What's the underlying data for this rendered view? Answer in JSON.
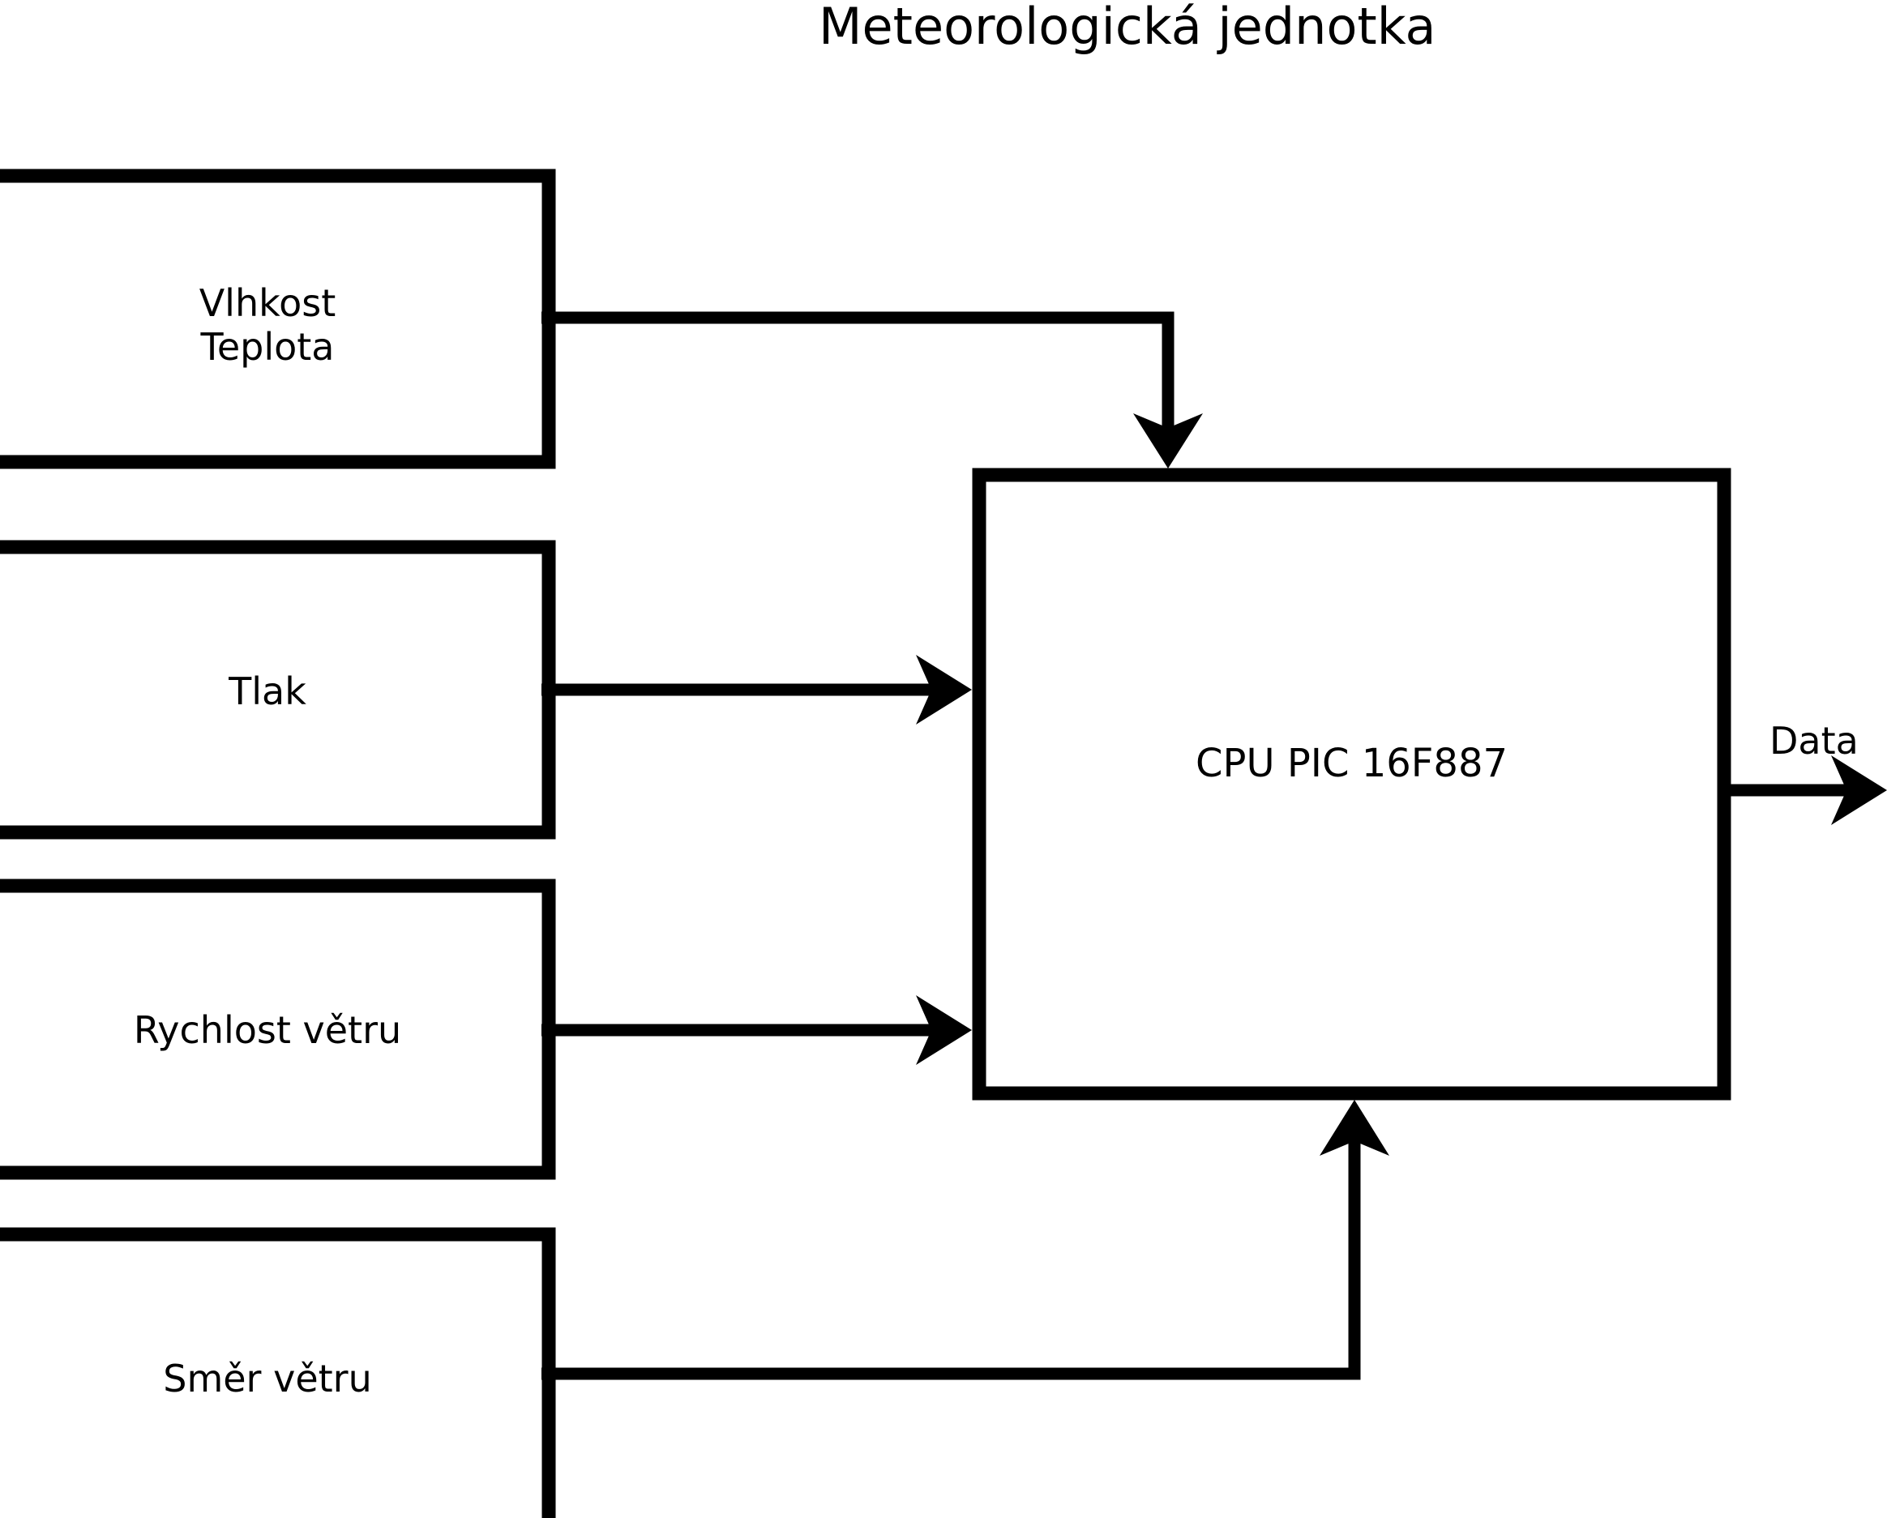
{
  "diagram": {
    "title": "Meteorologická jednotka",
    "colors": {
      "stroke": "#000000",
      "fill": "#ffffff",
      "text": "#000000"
    },
    "blocks": [
      {
        "id": "humidity-temperature",
        "label": "Vlhkost\nTeplota"
      },
      {
        "id": "pressure",
        "label": "Tlak"
      },
      {
        "id": "wind-speed",
        "label": "Rychlost větru"
      },
      {
        "id": "wind-direction",
        "label": "Směr větru"
      },
      {
        "id": "cpu",
        "label": "CPU PIC 16F887"
      }
    ],
    "connections": [
      {
        "id": "humidity-to-cpu",
        "from": "humidity-temperature",
        "to": "cpu",
        "shape": "elbow-down",
        "label": ""
      },
      {
        "id": "pressure-to-cpu",
        "from": "pressure",
        "to": "cpu",
        "shape": "straight",
        "label": ""
      },
      {
        "id": "wind-speed-to-cpu",
        "from": "wind-speed",
        "to": "cpu",
        "shape": "straight",
        "label": ""
      },
      {
        "id": "wind-direction-to-cpu",
        "from": "wind-direction",
        "to": "cpu",
        "shape": "elbow-up",
        "label": ""
      },
      {
        "id": "cpu-to-output",
        "from": "cpu",
        "to": "output",
        "shape": "straight",
        "label": "Data"
      }
    ],
    "output_label": "Data"
  }
}
